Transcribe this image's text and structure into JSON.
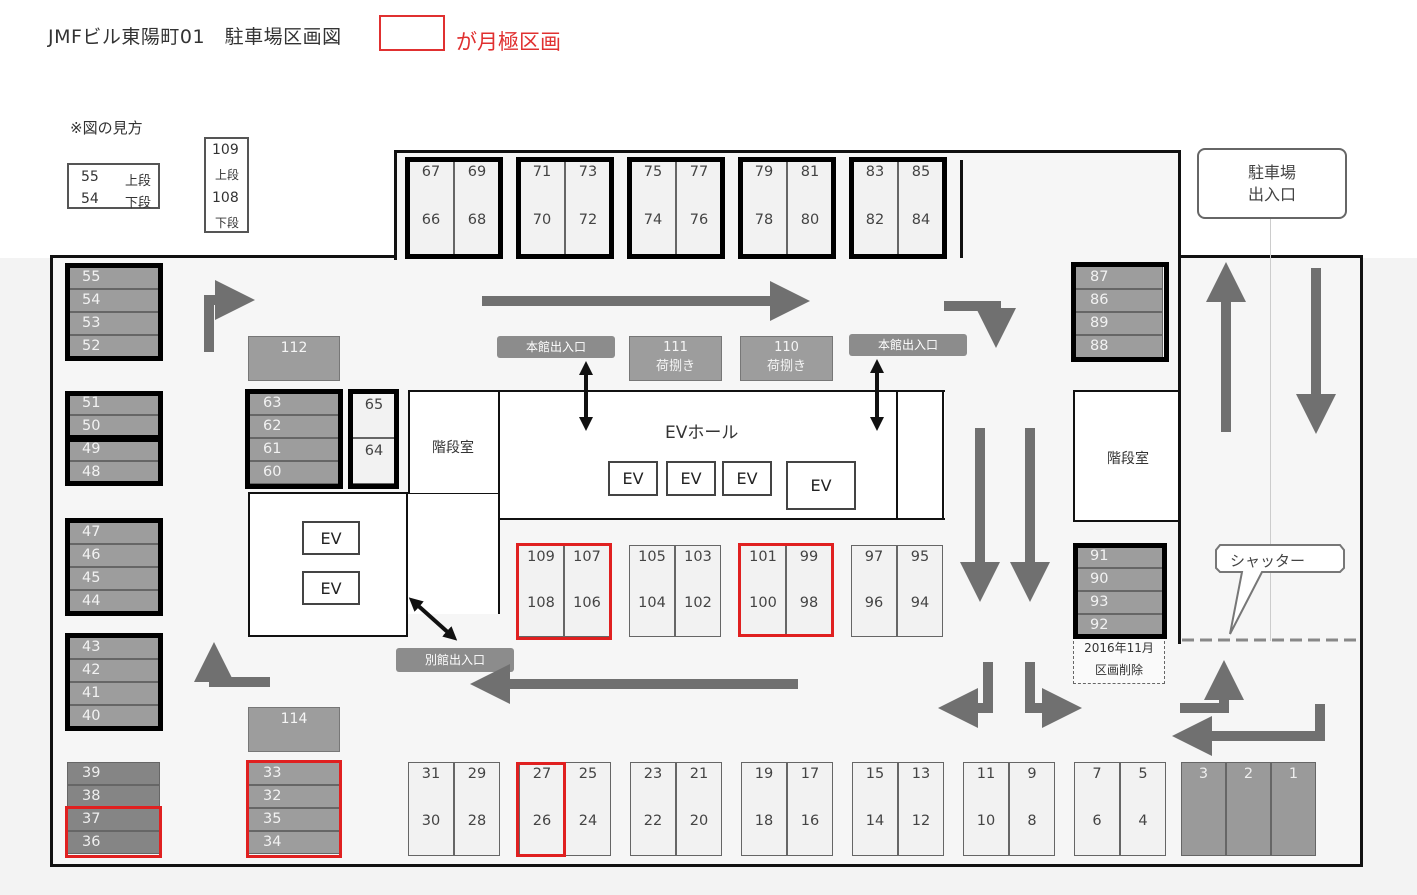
{
  "header": {
    "title": "JMFビル東陽町01　駐車場区画図",
    "legend_note": "が月極区画",
    "legend_color": "#e03030"
  },
  "howto": {
    "label": "※図の見方",
    "sample_a": {
      "upper_num": "55",
      "upper_label": "上段",
      "lower_num": "54",
      "lower_label": "下段"
    },
    "sample_b": {
      "upper_num": "109",
      "upper_label": "上段",
      "lower_num": "108",
      "lower_label": "下段"
    }
  },
  "rooms": {
    "stairs_left": "階段室",
    "stairs_right": "階段室",
    "ev_hall": "EVホール",
    "ev_label": "EV",
    "parking_entrance": "駐車場\n出入口",
    "shutter": "シャッター",
    "main_entrance_left": "本館出入口",
    "main_entrance_right": "本館出入口",
    "annex_entrance": "別館出入口",
    "deleted_note": "2016年11月\n区画削除"
  },
  "spaces": {
    "top_pairs": [
      [
        "67",
        "66",
        "69",
        "68"
      ],
      [
        "71",
        "70",
        "73",
        "72"
      ],
      [
        "75",
        "74",
        "77",
        "76"
      ],
      [
        "79",
        "78",
        "81",
        "80"
      ],
      [
        "83",
        "82",
        "85",
        "84"
      ]
    ],
    "left_column": [
      "55",
      "54",
      "53",
      "52",
      "51",
      "50",
      "49",
      "48",
      "47",
      "46",
      "45",
      "44",
      "43",
      "42",
      "41",
      "40",
      "39",
      "38",
      "37",
      "36"
    ],
    "right_upper": [
      "87",
      "86",
      "89",
      "88"
    ],
    "right_middle": [
      "91",
      "90",
      "93",
      "92"
    ],
    "block_63": [
      "63",
      "62",
      "61",
      "60"
    ],
    "block_65": [
      "65",
      "64"
    ],
    "block_33": [
      "33",
      "32",
      "35",
      "34"
    ],
    "middle_pairs": [
      [
        "109",
        "108",
        "107",
        "106"
      ],
      [
        "105",
        "104",
        "103",
        "102"
      ],
      [
        "101",
        "100",
        "99",
        "98"
      ],
      [
        "97",
        "96",
        "95",
        "94"
      ]
    ],
    "bottom_pairs": [
      [
        "31",
        "30",
        "29",
        "28"
      ],
      [
        "27",
        "26",
        "25",
        "24"
      ],
      [
        "23",
        "22",
        "21",
        "20"
      ],
      [
        "19",
        "18",
        "17",
        "16"
      ],
      [
        "15",
        "14",
        "13",
        "12"
      ],
      [
        "11",
        "10",
        "9",
        "8"
      ],
      [
        "7",
        "6",
        "5",
        "4"
      ]
    ],
    "bottom_right": [
      "3",
      "2",
      "1"
    ],
    "loading_111": {
      "num": "111",
      "label": "荷捌き"
    },
    "loading_110": {
      "num": "110",
      "label": "荷捌き"
    },
    "single_112": "112",
    "single_114": "114"
  },
  "monthly_spaces": [
    "109",
    "108",
    "107",
    "106",
    "101",
    "100",
    "99",
    "98",
    "27",
    "26",
    "33",
    "32",
    "35",
    "34",
    "37",
    "36"
  ]
}
